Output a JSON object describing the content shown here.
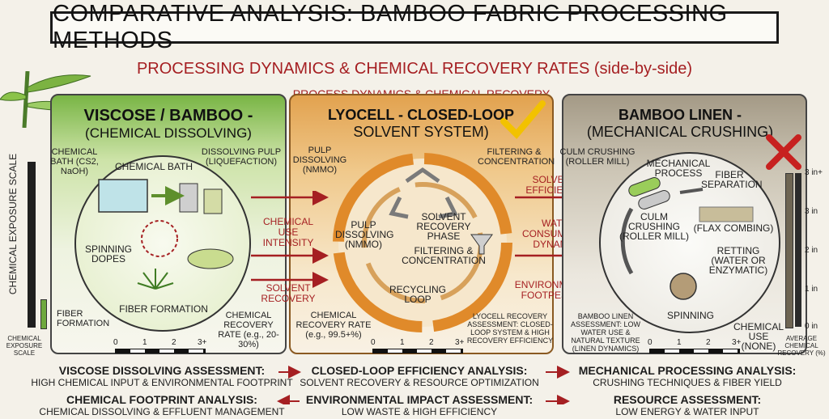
{
  "header": {
    "title": "COMPARATIVE ANALYSIS: BAMBOO FABRIC PROCESSING METHODS",
    "subtitle": "PROCESSING DYNAMICS & CHEMICAL RECOVERY RATES (side-by-side)",
    "center_caption": "PROCESS DYNAMICS & CHEMICAL RECOVERY"
  },
  "left_scale": {
    "title": "CHEMICAL EXPOSURE SCALE",
    "caption": "CHEMICAL EXPOSURE SCALE"
  },
  "right_scale": {
    "ticks": [
      "3 in+",
      "3 in",
      "2 in",
      "1 in",
      "0 in"
    ],
    "caption": "AVERAGE CHEMICAL RECOVERY (%)"
  },
  "viscose": {
    "title_line1": "VISCOSE / BAMBOO -",
    "title_line2": "(CHEMICAL DISSOLVING)",
    "bath_label": "CHEMICAL BATH (CS2, NaOH)",
    "pulp_label": "DISSOLVING PULP (LIQUEFACTION)",
    "bath_inner": "CHEMICAL BATH",
    "spinning": "SPINNING DOPES",
    "fiber_formation": "FIBER FORMATION",
    "fiber_formation_outer": "FIBER FORMATION",
    "recovery": "CHEMICAL RECOVERY RATE (e.g., 20-30%)",
    "accent": "#79b545"
  },
  "lyocell": {
    "title_line1": "LYOCELL - CLOSED-LOOP",
    "title_line2": "SOLVENT SYSTEM)",
    "pulp_top": "PULP DISSOLVING (NMMO)",
    "filter_top": "FILTERING & CONCENTRATION",
    "pulp_inner": "PULP DISSOLVING (NMMO)",
    "solvent_phase": "SOLVENT RECOVERY PHASE",
    "filter_inner": "FILTERING & CONCENTRATION",
    "recycling": "RECYCLING LOOP",
    "recovery": "CHEMICAL RECOVERY RATE (e.g., 99.5+%)",
    "assessment": "LYOCELL RECOVERY ASSESSMENT: CLOSED-LOOP SYSTEM & HIGH RECOVERY EFFICIENCY",
    "accent": "#e08a2a"
  },
  "linen": {
    "title_line1": "BAMBOO LINEN -",
    "title_line2": "(MECHANICAL CRUSHING)",
    "culm_top": "CULM CRUSHING (ROLLER MILL)",
    "mech_process": "MECHANICAL PROCESS",
    "culm_inner": "CULM CRUSHING (ROLLER MILL)",
    "fiber_sep": "FIBER SEPARATION",
    "flax": "(FLAX COMBING)",
    "retting": "RETTING (WATER OR ENZYMATIC)",
    "spinning": "SPINNING",
    "assessment": "BAMBOO LINEN ASSESSMENT: LOW WATER USE & NATURAL TEXTURE (LINEN DYNAMICS)",
    "chem_use": "CHEMICAL USE (NONE)"
  },
  "arrows": {
    "chem_use": "CHEMICAL USE INTENSITY",
    "solvent_recovery": "SOLVENT RECOVERY",
    "solvent_eff": "SOLVENT EFFICIENCY",
    "water": "WATER CONSUMPTION DYNAMICS",
    "footprint": "ENVIRONMENTAL FOOTPESSION"
  },
  "mini_scale": {
    "ticks": [
      "0",
      "1",
      "2",
      "3+"
    ]
  },
  "bottom": {
    "viscose_head": "VISCOSE DISSOLVING ASSESSMENT:",
    "viscose_sub": "HIGH CHEMICAL INPUT & ENVIRONMENTAL FOOTPRINT",
    "closed_head": "CLOSED-LOOP EFFICIENCY ANALYSIS:",
    "closed_sub": "SOLVENT RECOVERY & RESOURCE OPTIMIZATION",
    "mech_head": "MECHANICAL PROCESSING ANALYSIS:",
    "mech_sub": "CRUSHING TECHNIQUES & FIBER YIELD",
    "foot_head": "CHEMICAL FOOTPRINT ANALYSIS:",
    "foot_sub": "CHEMICAL DISSOLVING & EFFLUENT MANAGEMENT",
    "env_head": "ENVIRONMENTAL IMPACT ASSESSMENT:",
    "env_sub": "LOW WASTE & HIGH EFFICIENCY",
    "res_head": "RESOURCE ASSESSMENT:",
    "res_sub": "LOW ENERGY & WATER INPUT"
  }
}
